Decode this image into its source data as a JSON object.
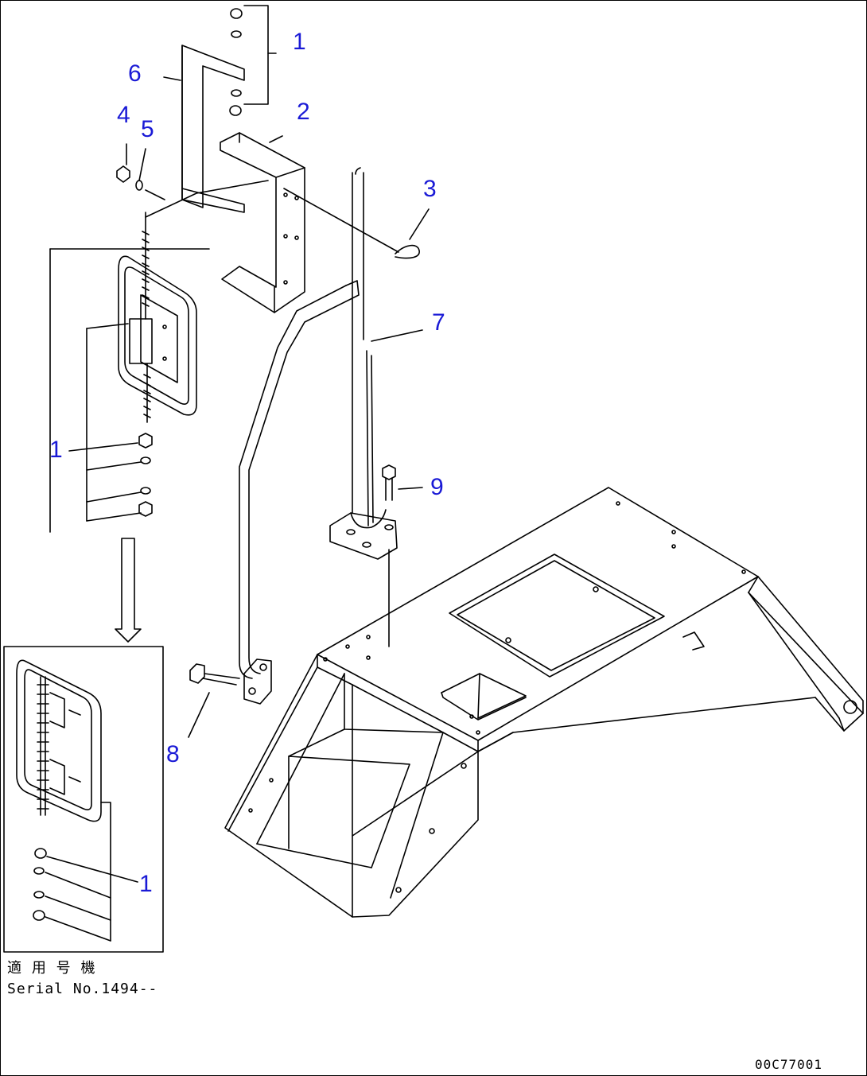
{
  "callouts": {
    "c1_top": "1",
    "c6": "6",
    "c2": "2",
    "c4": "4",
    "c5": "5",
    "c3": "3",
    "c7": "7",
    "c1_left": "1",
    "c9": "9",
    "c8": "8",
    "c1_inset": "1"
  },
  "notes": {
    "jp_label": "適 用 号 機",
    "serial": "Serial No.1494--",
    "drawing_code": "00C77001"
  },
  "colors": {
    "callout": "#1a1ad6",
    "line": "#000000"
  }
}
